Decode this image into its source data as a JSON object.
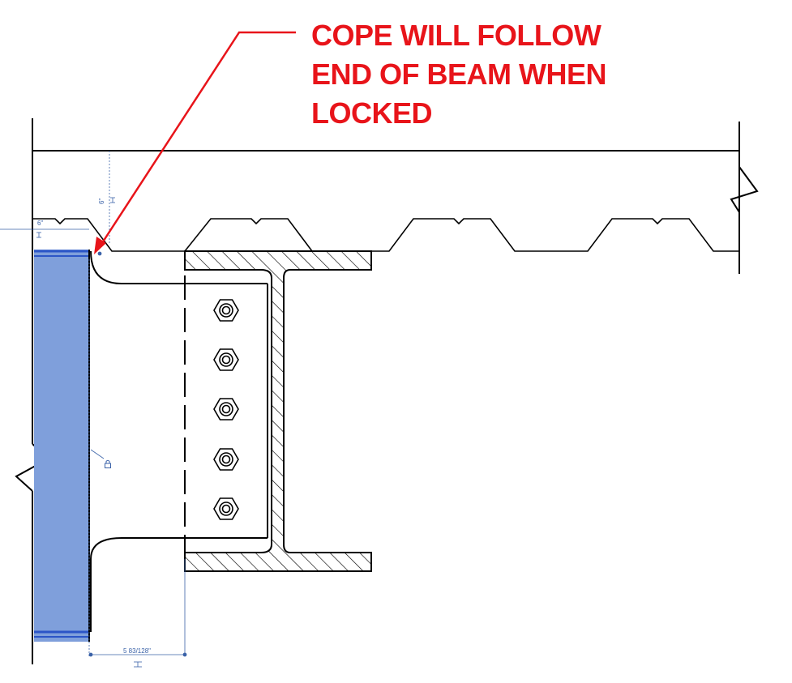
{
  "annotation": {
    "lines": [
      "COPE WILL FOLLOW",
      "END OF BEAM WHEN",
      "LOCKED"
    ],
    "color": "#e8141a"
  },
  "dimensions": {
    "vertical_offset": "6\"",
    "horizontal_offset": "6\"",
    "bottom_length": "5 83/128\""
  },
  "colors": {
    "selected_beam_fill": "#7f9fdb",
    "selected_beam_edge": "#2b55c7",
    "dimension": "#3a62a8",
    "hatch": "#000000"
  },
  "icons": {
    "lock": "lock-icon"
  }
}
